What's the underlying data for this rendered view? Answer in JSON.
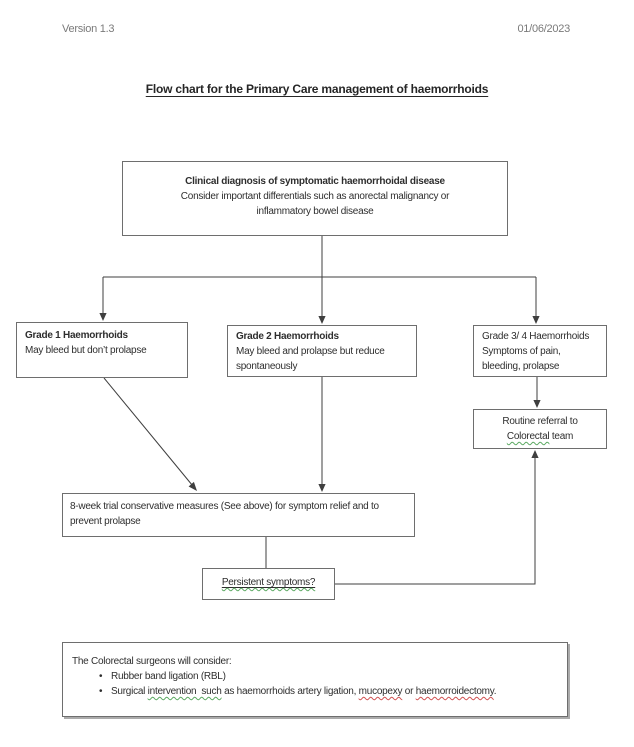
{
  "header": {
    "version_label": "Version 1.3",
    "date_label": "01/06/2023"
  },
  "title": "Flow chart for the Primary Care management of haemorrhoids",
  "flowchart": {
    "clinical_box": {
      "heading": "Clinical diagnosis of symptomatic haemorrhoidal disease",
      "line2": "Consider important differentials such as anorectal malignancy or",
      "line3": "inflammatory bowel disease"
    },
    "grade1_box": {
      "heading": "Grade 1 Haemorrhoids",
      "line2": "May bleed but don’t prolapse"
    },
    "grade2_box": {
      "heading": "Grade 2 Haemorrhoids",
      "line2": "May bleed and prolapse but reduce",
      "line3": "spontaneously"
    },
    "grade34_box": {
      "line1": "Grade 3/ 4 Haemorrhoids",
      "line2": "Symptoms of pain,",
      "line3": "bleeding, prolapse"
    },
    "routine_box": {
      "line1": "Routine referral to",
      "line2_flagged": "Colorectal",
      "line2_rest": " team"
    },
    "eightweek_box": {
      "line1": "8-week trial conservative measures (See above) for symptom relief and to",
      "line2": "prevent prolapse"
    },
    "persistent_box": {
      "question": "Persistent symptoms?"
    }
  },
  "consider_box": {
    "intro": "The Colorectal surgeons will consider:",
    "bullet_glyph": "•",
    "bullet1": "Rubber band ligation (RBL)",
    "bullet2": {
      "seg1": "Surgical ",
      "seg2_green": "intervention  such",
      "seg3": " as haemorrhoids artery ligation, ",
      "seg4_red": "mucopexy",
      "seg5": " or ",
      "seg6_red": "haemorroidectomy",
      "seg7": "."
    }
  },
  "colors": {
    "text": "#2e2e2e",
    "header_muted": "#7a7a7a",
    "box_border": "#6e6e6e",
    "connector": "#3f3f3f",
    "grammar_squiggle_green": "#5aa860",
    "spelling_squiggle_red": "#d05050",
    "shadow": "#ababab"
  }
}
